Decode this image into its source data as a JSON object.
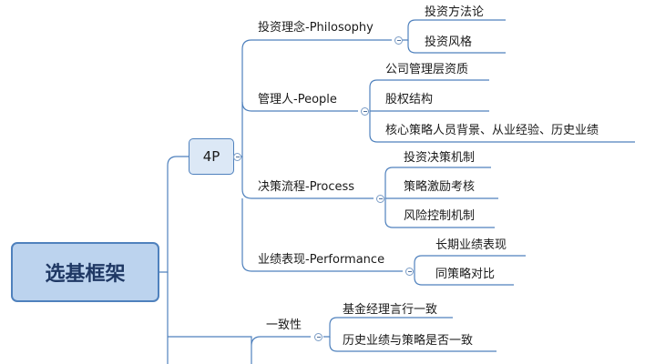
{
  "root": {
    "label": "选基框架"
  },
  "fourP": {
    "label": "4P",
    "branches": [
      {
        "label": "投资理念-Philosophy",
        "leaves": [
          "投资方法论",
          "投资风格"
        ]
      },
      {
        "label": "管理人-People",
        "leaves": [
          "公司管理层资质",
          "股权结构",
          "核心策略人员背景、从业经验、历史业绩"
        ]
      },
      {
        "label": "决策流程-Process",
        "leaves": [
          "投资决策机制",
          "策略激励考核",
          "风险控制机制"
        ]
      },
      {
        "label": "业绩表现-Performance",
        "leaves": [
          "长期业绩表现",
          "同策略对比"
        ]
      }
    ]
  },
  "consistency": {
    "label": "一致性",
    "leaves": [
      "基金经理言行一致",
      "历史业绩与策略是否一致"
    ]
  },
  "colors": {
    "line": "#4f81bd",
    "rootFill": "#bcd3ee",
    "rootText": "#1f3864"
  }
}
